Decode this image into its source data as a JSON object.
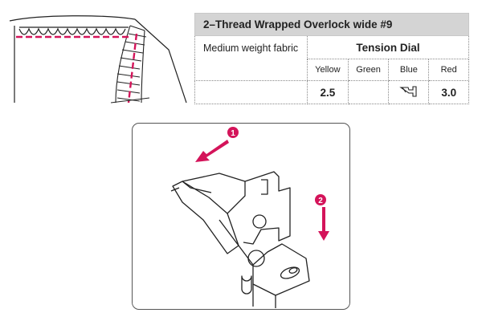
{
  "settings": {
    "title": "2–Thread Wrapped Overlock wide #9",
    "fabric": "Medium weight fabric",
    "dial_header": "Tension Dial",
    "colors": [
      "Yellow",
      "Green",
      "Blue",
      "Red"
    ],
    "values": [
      "2.5",
      "",
      "",
      "3.0"
    ],
    "blue_icon": "thread-tension-release-icon"
  },
  "diagram": {
    "step1": "1",
    "step2": "2",
    "accent_color": "#d4145a"
  }
}
